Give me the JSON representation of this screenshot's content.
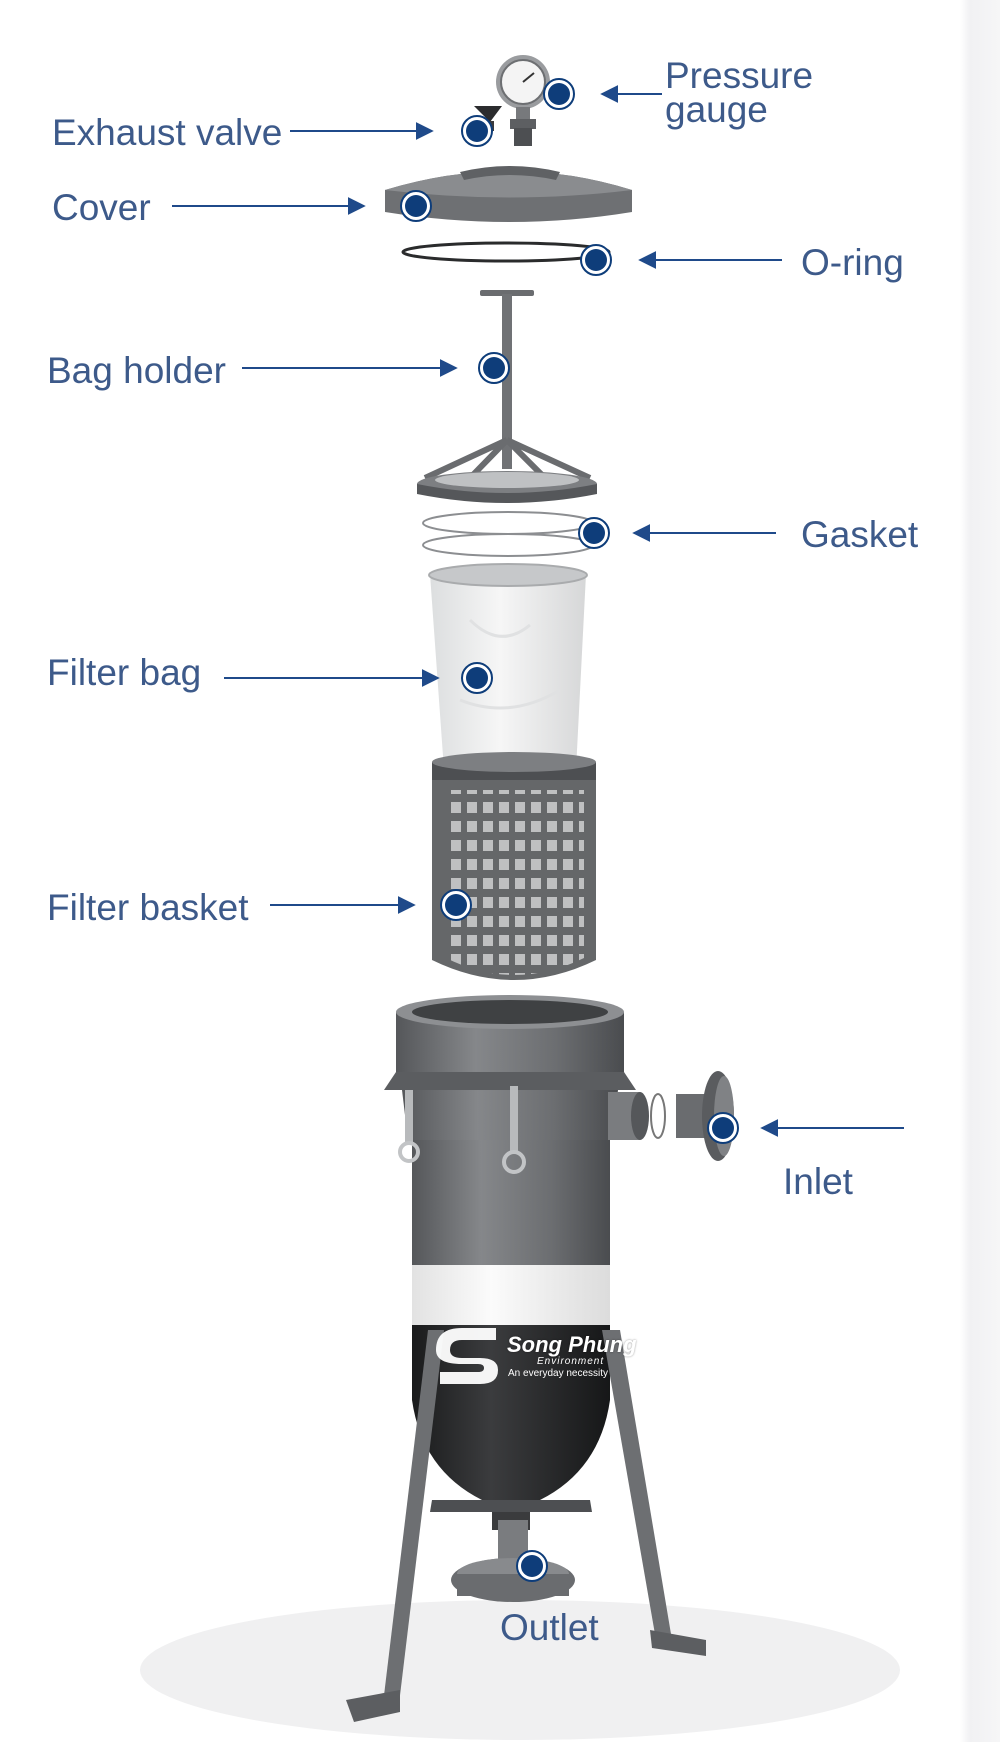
{
  "labels": {
    "pressure_gauge": "Pressure\ngauge",
    "exhaust_valve": "Exhaust valve",
    "cover": "Cover",
    "o_ring": "O-ring",
    "bag_holder": "Bag holder",
    "gasket": "Gasket",
    "filter_bag": "Filter bag",
    "filter_basket": "Filter basket",
    "inlet": "Inlet",
    "outlet": "Outlet"
  },
  "logo": {
    "name": "Song Phung",
    "sub": "Environment",
    "tagline": "An everyday necessity"
  },
  "colors": {
    "label_text": "#3d5a8a",
    "arrow": "#1f4a8a",
    "marker_fill": "#0e3d7a",
    "marker_ring": "#ffffff",
    "housing_gray": "#6f7174",
    "housing_dark": "#2a2b2d",
    "white_band": "#f4f4f4"
  }
}
